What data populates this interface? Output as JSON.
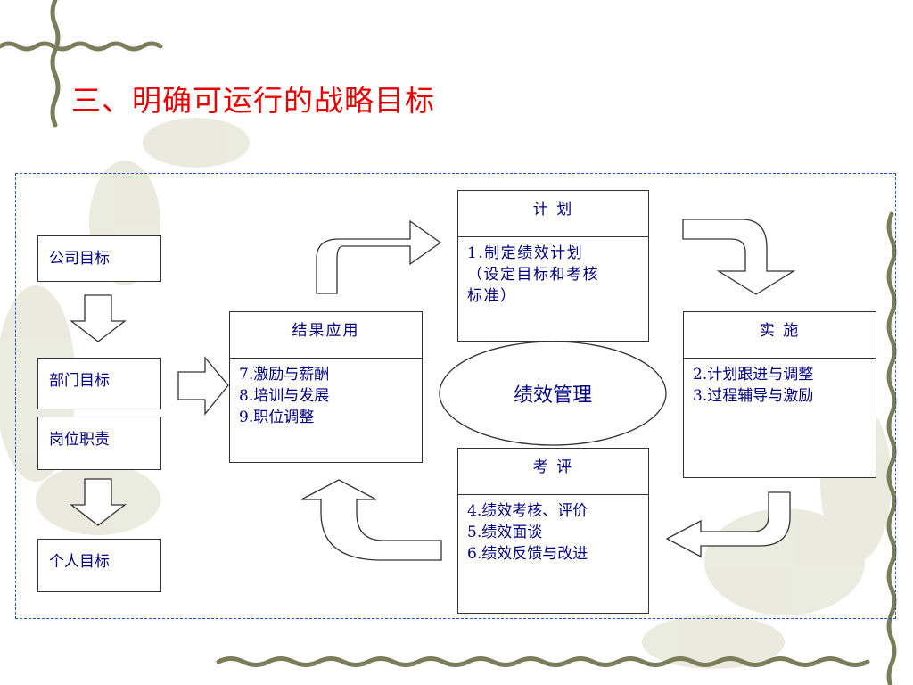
{
  "slide": {
    "title": "三、明确可运行的战略目标"
  },
  "left_column": {
    "company_goal": "公司目标",
    "department_goal": "部门目标",
    "position_duty": "岗位职责",
    "individual_goal": "个人目标"
  },
  "cycle": {
    "center": "绩效管理",
    "plan": {
      "header": "计 划",
      "items": [
        "1.制定绩效计划",
        "（设定目标和考核",
        "标准）"
      ]
    },
    "execute": {
      "header": "实 施",
      "items": [
        "2.计划跟进与调整",
        "3.过程辅导与激励"
      ]
    },
    "evaluate": {
      "header": "考 评",
      "items": [
        "4.绩效考核、评价",
        "5.绩效面谈",
        "6.绩效反馈与改进"
      ]
    },
    "apply": {
      "header": "结果应用",
      "items": [
        "7.激励与薪酬",
        "8.培训与发展",
        "9.职位调整"
      ]
    }
  },
  "colors": {
    "title": "#e60000",
    "text": "#000080",
    "frame": "#2a52be",
    "border": "#333333"
  }
}
